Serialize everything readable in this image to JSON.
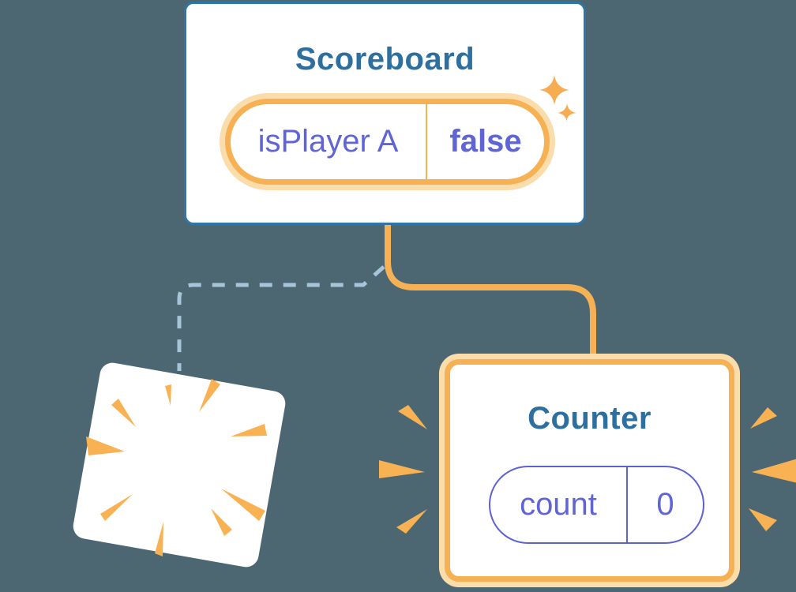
{
  "illustration": {
    "background_color": "#4c6771",
    "accent_orange": "#f6b155",
    "accent_orange_light": "#fbdcab",
    "accent_purple": "#6065d6",
    "pill_purple_border": "#5b62d2",
    "card_blue_border": "#2e76a6",
    "title_blue": "#2d6f9e",
    "dashed_line_color": "#a6c4da",
    "icons": [
      "sparkle-icon",
      "explosion-burst-icon",
      "emphasis-burst-icon"
    ]
  },
  "scoreboard": {
    "title": "Scoreboard",
    "state": {
      "name": "isPlayer A",
      "value": "false"
    }
  },
  "counter": {
    "title": "Counter",
    "state": {
      "name": "count",
      "value": "0"
    }
  }
}
